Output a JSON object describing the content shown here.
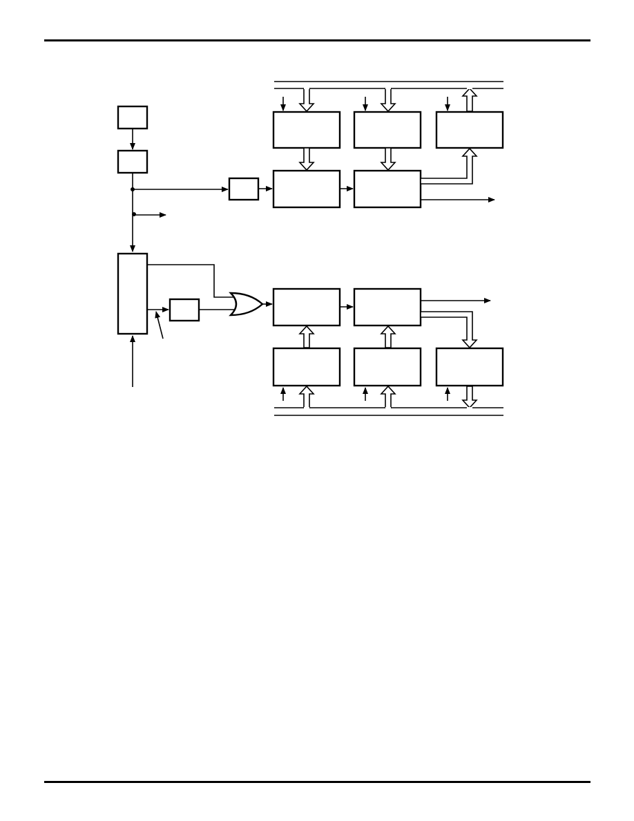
{
  "page": {
    "header_rule": true,
    "footer_rule": true
  },
  "diagram": {
    "type": "block-diagram",
    "description_visible_text": "",
    "stroke_color": "#000000",
    "background_color": "#ffffff",
    "blocks": [
      {
        "id": "src-box-top",
        "label": ""
      },
      {
        "id": "src-box-2",
        "label": ""
      },
      {
        "id": "small-box-upper",
        "label": ""
      },
      {
        "id": "reg-upper-a",
        "label": ""
      },
      {
        "id": "reg-upper-b",
        "label": ""
      },
      {
        "id": "reg-upper-c",
        "label": ""
      },
      {
        "id": "proc-upper-a",
        "label": ""
      },
      {
        "id": "proc-upper-b",
        "label": ""
      },
      {
        "id": "tall-control-box",
        "label": ""
      },
      {
        "id": "small-box-lower",
        "label": ""
      },
      {
        "id": "proc-lower-a",
        "label": ""
      },
      {
        "id": "proc-lower-b",
        "label": ""
      },
      {
        "id": "reg-lower-a",
        "label": ""
      },
      {
        "id": "reg-lower-b",
        "label": ""
      },
      {
        "id": "reg-lower-c",
        "label": ""
      }
    ],
    "gates": [
      {
        "id": "or-gate",
        "kind": "OR"
      }
    ],
    "buses": [
      {
        "id": "upper-bus"
      },
      {
        "id": "lower-bus"
      }
    ]
  }
}
